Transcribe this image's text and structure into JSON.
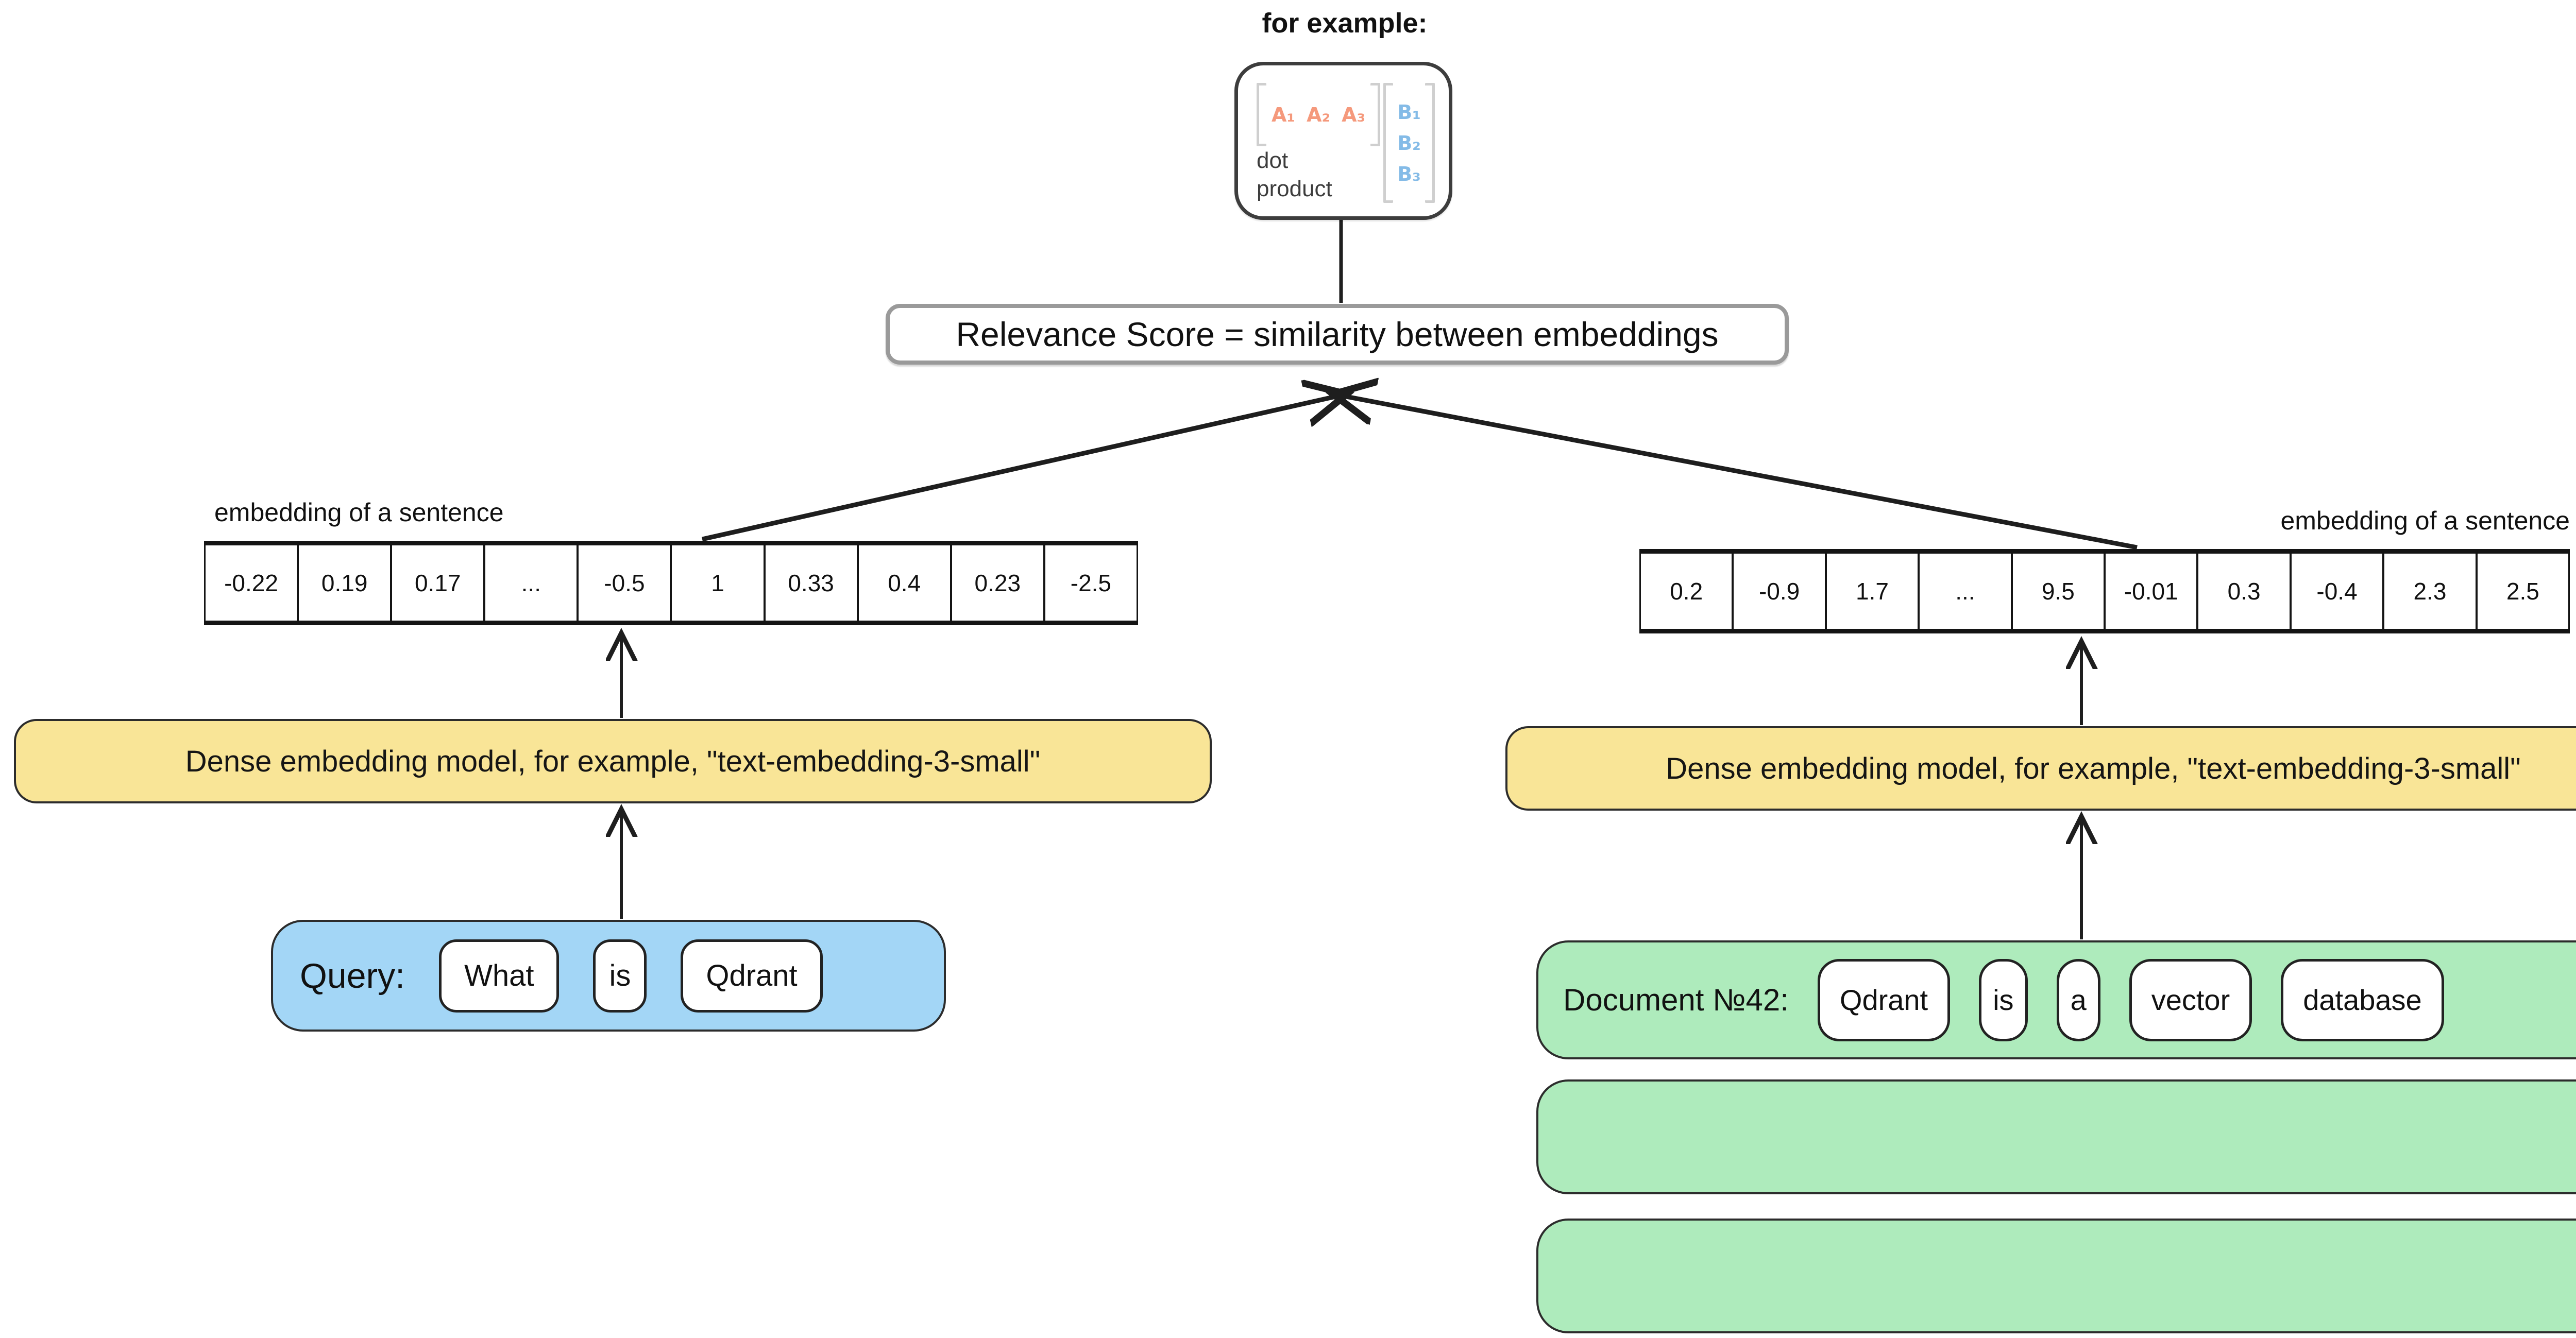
{
  "example_box": {
    "title": "for example:",
    "vector_a": [
      "A₁",
      "A₂",
      "A₃"
    ],
    "vector_b": [
      "B₁",
      "B₂",
      "B₃"
    ],
    "operation": "dot product"
  },
  "relevance": {
    "text": "Relevance Score = similarity between embeddings"
  },
  "left_embedding": {
    "label": "embedding of a sentence",
    "values": [
      "-0.22",
      "0.19",
      "0.17",
      "...",
      "-0.5",
      "1",
      "0.33",
      "0.4",
      "0.23",
      "-2.5"
    ]
  },
  "right_embedding": {
    "label": "embedding of a sentence",
    "values": [
      "0.2",
      "-0.9",
      "1.7",
      "...",
      "9.5",
      "-0.01",
      "0.3",
      "-0.4",
      "2.3",
      "2.5"
    ]
  },
  "model_box": {
    "text": "Dense embedding model, for example, \"text-embedding-3-small\""
  },
  "query": {
    "label": "Query:",
    "tokens": [
      "What",
      "is",
      "Qdrant"
    ]
  },
  "document": {
    "label": "Document №42:",
    "tokens": [
      "Qdrant",
      "is",
      "a",
      "vector",
      "database"
    ]
  },
  "colors": {
    "model_box_fill": "#f9e597",
    "query_box_fill": "#a3d6f6",
    "document_box_fill": "#aeebbc",
    "vector_a_accent": "#f5997c",
    "vector_b_accent": "#84bbe7",
    "relevance_border": "#9a9a9a",
    "line_color": "#1e1e1e"
  }
}
